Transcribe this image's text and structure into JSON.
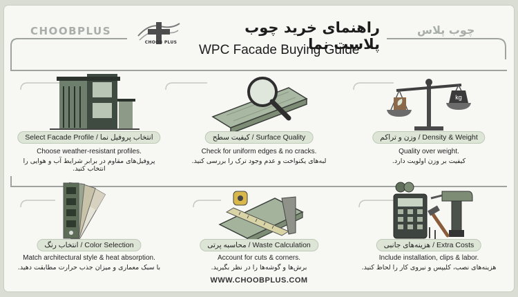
{
  "header": {
    "brand_en": "CHOOBPLUS",
    "brand_fa": "چوب پلاس",
    "logo_text": "CHOOB PLUS",
    "title_fa": "راهنمای خرید چوب پلاست نما",
    "title_en": "WPC Facade Buying Guide"
  },
  "cards": [
    {
      "label": "Select Facade Profile / انتخاب پروفیل نما",
      "desc_en": "Choose weather-resistant profiles.",
      "desc_fa": "پروفیل‌های مقاوم در برابر شرایط آب و هوایی را انتخاب کنید.",
      "icon": "building-icon"
    },
    {
      "label": "کیفیت سطح / Surface Quality",
      "desc_en": "Check for uniform edges & no cracks.",
      "desc_fa": "لبه‌های یکنواخت و عدم وجود ترک را بررسی کنید.",
      "icon": "magnifier-icon"
    },
    {
      "label": "وزن و تراکم / Density & Weight",
      "desc_en": "Quality over weight.",
      "desc_fa": "کیفیت بر وزن اولویت دارد.",
      "icon": "scale-icon",
      "weight_label": "kg"
    },
    {
      "label": "انتخاب رنگ / Color Selection",
      "desc_en": "Match architectural style & heat absorption.",
      "desc_fa": "با سبک معماری و میزان جذب حرارت مطابقت دهید.",
      "icon": "color-swatch-icon"
    },
    {
      "label": "محاسبه پرتی / Waste Calculation",
      "desc_en": "Account for cuts & corners.",
      "desc_fa": "برش‌ها و گوشه‌ها را در نظر بگیرید.",
      "icon": "measure-icon"
    },
    {
      "label": "هزینه‌های جانبی / Extra Costs",
      "desc_en": "Include installation, clips & labor.",
      "desc_fa": "هزینه‌های نصب، کلیپس و نیروی کار را لحاظ کنید.",
      "icon": "calculator-tools-icon"
    }
  ],
  "footer": {
    "url": "WWW.CHOOBPLUS.COM"
  },
  "colors": {
    "background": "#f7f8f4",
    "label_bg": "#dde5d6",
    "icon_green": "#7d8c74",
    "icon_dark": "#3a3f3a"
  }
}
